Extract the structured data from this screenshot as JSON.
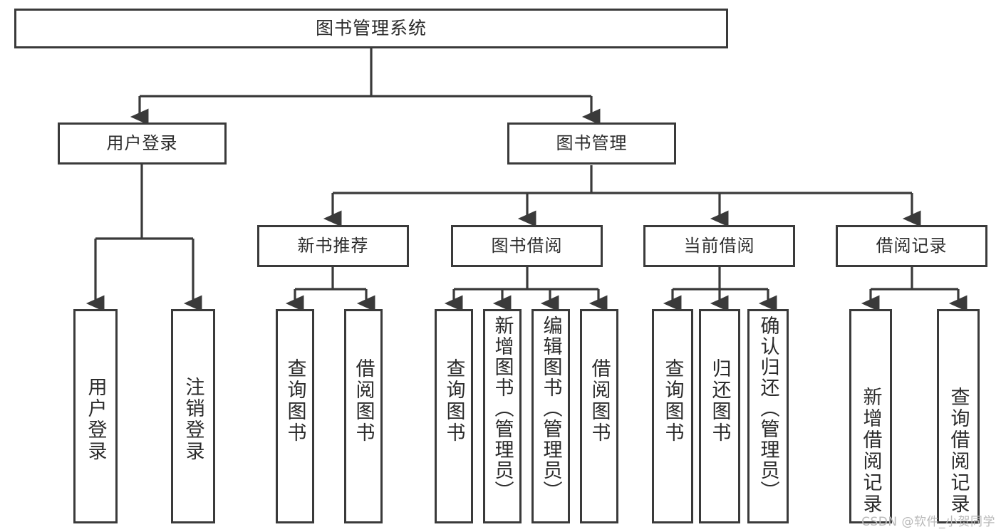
{
  "diagram": {
    "title": "图书管理系统",
    "type": "tree",
    "watermark": "CSDN @软件_小贺同学",
    "colors": {
      "node_border": "#3a3a3a",
      "node_fill": "#ffffff",
      "connector": "#3a3a3a",
      "text": "#2b2b2b",
      "watermark": "#b9b9b9",
      "background": "#ffffff"
    },
    "levels": {
      "root": "图书管理系统",
      "level2": [
        "用户登录",
        "图书管理"
      ],
      "level3": [
        "新书推荐",
        "图书借阅",
        "当前借阅",
        "借阅记录"
      ]
    },
    "nodes": {
      "root": {
        "label": "图书管理系统"
      },
      "user_login": {
        "label": "用户登录"
      },
      "book_manage": {
        "label": "图书管理"
      },
      "new_book_rec": {
        "label": "新书推荐"
      },
      "book_borrow": {
        "label": "图书借阅"
      },
      "current_borrow": {
        "label": "当前借阅"
      },
      "borrow_record": {
        "label": "借阅记录"
      },
      "leaf_user_login": {
        "label": "用户登录"
      },
      "leaf_logout": {
        "label": "注销登录"
      },
      "leaf_query_book_1": {
        "label": "查询图书"
      },
      "leaf_borrow_book_1": {
        "label": "借阅图书"
      },
      "leaf_query_book_2": {
        "label": "查询图书"
      },
      "leaf_add_book": {
        "label": "新增图书（管理员）"
      },
      "leaf_edit_book": {
        "label": "编辑图书（管理员）"
      },
      "leaf_borrow_book_2": {
        "label": "借阅图书"
      },
      "leaf_query_book_3": {
        "label": "查询图书"
      },
      "leaf_return_book": {
        "label": "归还图书"
      },
      "leaf_confirm_return": {
        "label": "确认归还（管理员）"
      },
      "leaf_add_record": {
        "label": "新增借阅记录"
      },
      "leaf_query_record": {
        "label": "查询借阅记录"
      }
    },
    "edges": [
      {
        "from": "root",
        "to": "user_login"
      },
      {
        "from": "root",
        "to": "book_manage"
      },
      {
        "from": "user_login",
        "to": "leaf_user_login"
      },
      {
        "from": "user_login",
        "to": "leaf_logout"
      },
      {
        "from": "book_manage",
        "to": "new_book_rec"
      },
      {
        "from": "book_manage",
        "to": "book_borrow"
      },
      {
        "from": "book_manage",
        "to": "current_borrow"
      },
      {
        "from": "book_manage",
        "to": "borrow_record"
      },
      {
        "from": "new_book_rec",
        "to": "leaf_query_book_1"
      },
      {
        "from": "new_book_rec",
        "to": "leaf_borrow_book_1"
      },
      {
        "from": "book_borrow",
        "to": "leaf_query_book_2"
      },
      {
        "from": "book_borrow",
        "to": "leaf_add_book"
      },
      {
        "from": "book_borrow",
        "to": "leaf_edit_book"
      },
      {
        "from": "book_borrow",
        "to": "leaf_borrow_book_2"
      },
      {
        "from": "current_borrow",
        "to": "leaf_query_book_3"
      },
      {
        "from": "current_borrow",
        "to": "leaf_return_book"
      },
      {
        "from": "current_borrow",
        "to": "leaf_confirm_return"
      },
      {
        "from": "borrow_record",
        "to": "leaf_add_record"
      },
      {
        "from": "borrow_record",
        "to": "leaf_query_record"
      }
    ]
  }
}
